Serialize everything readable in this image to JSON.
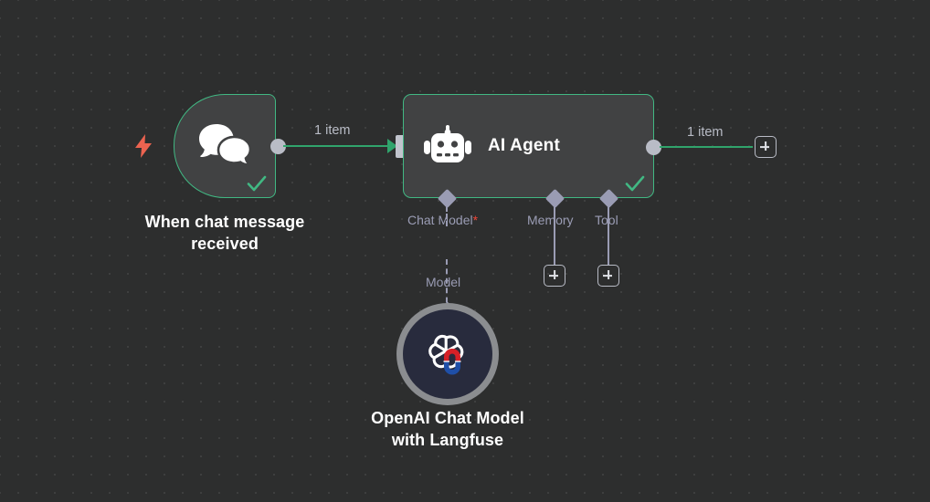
{
  "canvas": {
    "background_color": "#2d2e2e",
    "grid_dot_color": "#3e3f3f",
    "accent_green": "#41b883",
    "connection_green": "#30a46c",
    "connector_grey": "#9a9cb4",
    "required_red": "#ec4335",
    "trigger_bolt_color": "#ec6350"
  },
  "nodes": {
    "trigger": {
      "label": "When chat message\nreceived",
      "icon": "chat-bubbles-icon",
      "trigger_icon": "lightning-bolt-icon",
      "status_icon": "success-check-icon",
      "border_color": "#41b883"
    },
    "agent": {
      "title": "AI Agent",
      "icon": "robot-icon",
      "status_icon": "success-check-icon",
      "border_color": "#41b883",
      "sub_inputs": [
        {
          "label": "Chat Model",
          "required": true,
          "required_marker": "*",
          "connector": "diamond"
        },
        {
          "label": "Memory",
          "required": false,
          "required_marker": "",
          "connector": "diamond"
        },
        {
          "label": "Tool",
          "required": false,
          "required_marker": "",
          "connector": "diamond"
        }
      ]
    },
    "openai": {
      "label": "OpenAI Chat Model\nwith Langfuse",
      "icon": "openai-logo-icon",
      "overlay_icon": "langfuse-magnet-icon",
      "connector_label": "Model",
      "ring_color": "#8b8d90",
      "body_color": "#282b3d"
    }
  },
  "connections": {
    "trigger_to_agent_label": "1 item",
    "agent_to_next_label": "1 item"
  },
  "buttons": {
    "add_next_node": "+",
    "add_memory_node": "+",
    "add_tool_node": "+"
  }
}
